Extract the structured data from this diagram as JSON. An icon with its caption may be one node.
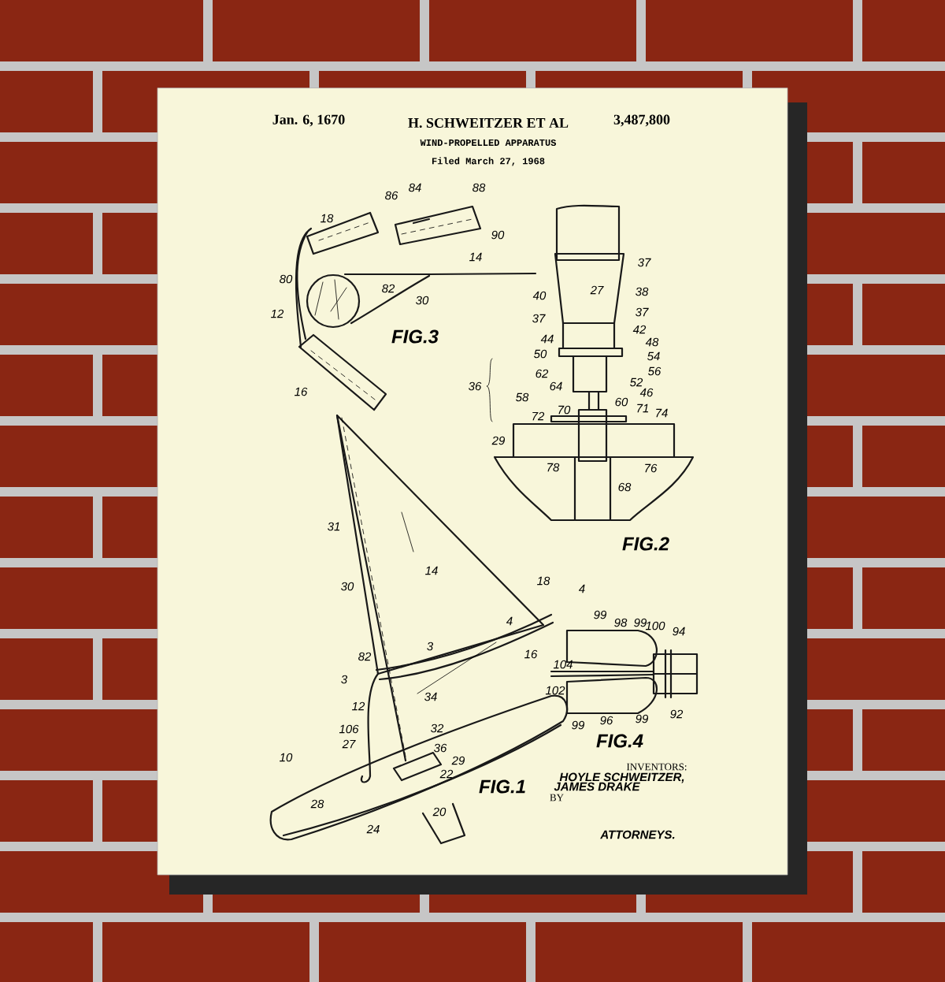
{
  "diagram": {
    "title": "WIND-PROPELLED APPARATUS",
    "labels": [
      "Jan. 6, 1670",
      "H. SCHWEITZER ET AL",
      "3,487,800",
      "Filed March 27, 1968",
      "86",
      "84",
      "88",
      "90",
      "18",
      "14",
      "80",
      "82",
      "30",
      "12",
      "FIG.3",
      "16",
      "37",
      "40",
      "27",
      "38",
      "37",
      "37",
      "44",
      "42",
      "48",
      "50",
      "54",
      "62",
      "56",
      "64",
      "52",
      "36",
      "46",
      "58",
      "60",
      "70",
      "71",
      "72",
      "74",
      "29",
      "78",
      "76",
      "68",
      "FIG.2",
      "31",
      "14",
      "30",
      "18",
      "4",
      "4",
      "16",
      "3",
      "82",
      "3",
      "12",
      "34",
      "106",
      "32",
      "27",
      "36",
      "10",
      "29",
      "22",
      "FIG.1",
      "28",
      "20",
      "24",
      "99",
      "98",
      "99",
      "100",
      "94",
      "104",
      "102",
      "99",
      "96",
      "99",
      "92",
      "FIG.4",
      "INVENTORS:",
      "HOYLE SCHWEITZER,",
      "JAMES DRAKE",
      "BY",
      "ATTORNEYS."
    ]
  }
}
